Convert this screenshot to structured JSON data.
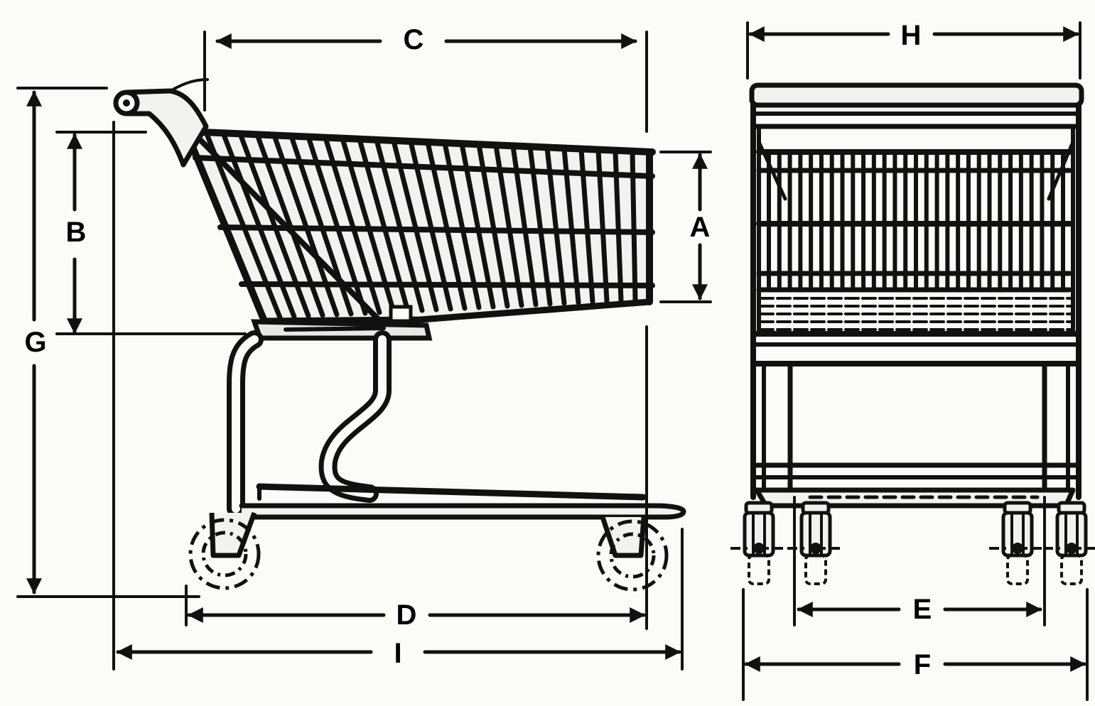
{
  "colors": {
    "ink": "#111111",
    "background": "#fbfbf7",
    "light_fill": "#f2f2ee"
  },
  "dimensions": {
    "A": "A",
    "B": "B",
    "C": "C",
    "D": "D",
    "E": "E",
    "F": "F",
    "G": "G",
    "H": "H",
    "I": "I"
  }
}
